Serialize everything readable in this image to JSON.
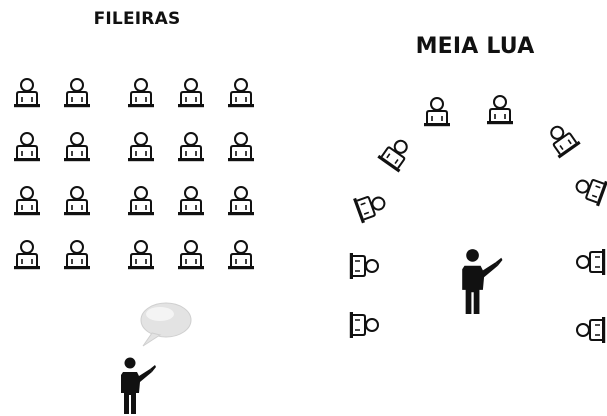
{
  "left_panel": {
    "title": "FILEIRAS",
    "rows": 4,
    "columns": 5
  },
  "right_panel": {
    "title": "MEIA LUA",
    "seats": 10
  },
  "colors": {
    "ink": "#111111",
    "bubble": "#e6e6e6"
  },
  "icons": {
    "seat": "student-desk-icon",
    "presenter": "teacher-pointing-icon",
    "speech": "speech-bubble-icon"
  }
}
